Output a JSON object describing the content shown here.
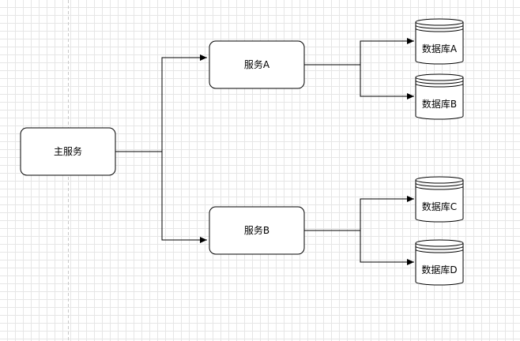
{
  "diagram": {
    "main_service": {
      "label": "主服务"
    },
    "services": [
      {
        "label": "服务A"
      },
      {
        "label": "服务B"
      }
    ],
    "databases": [
      {
        "label": "数据库A"
      },
      {
        "label": "数据库B"
      },
      {
        "label": "数据库C"
      },
      {
        "label": "数据库D"
      }
    ],
    "edges": [
      {
        "from": "主服务",
        "to": "服务A"
      },
      {
        "from": "主服务",
        "to": "服务B"
      },
      {
        "from": "服务A",
        "to": "数据库A"
      },
      {
        "from": "服务A",
        "to": "数据库B"
      },
      {
        "from": "服务B",
        "to": "数据库C"
      },
      {
        "from": "服务B",
        "to": "数据库D"
      }
    ]
  }
}
